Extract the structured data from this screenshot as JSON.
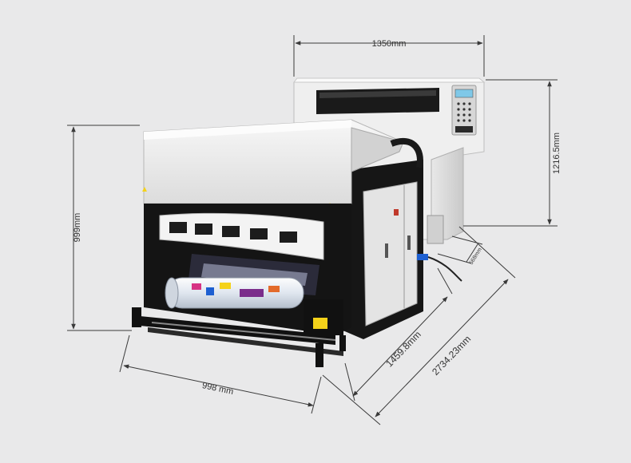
{
  "dimensions": {
    "top_width": "1350mm",
    "right_height": "1216.5mm",
    "left_height": "999mm",
    "front_width": "998 mm",
    "depth": "1459.8mm",
    "total_length": "2734.23mm",
    "gap": "568mm"
  },
  "colors": {
    "background": "#e9e9ea",
    "dimension_line": "#3a3a3a",
    "machine_white": "#f2f2f2",
    "machine_black": "#141414",
    "accent_blue": "#1d5fd1",
    "warning_yellow": "#f4d21a"
  }
}
